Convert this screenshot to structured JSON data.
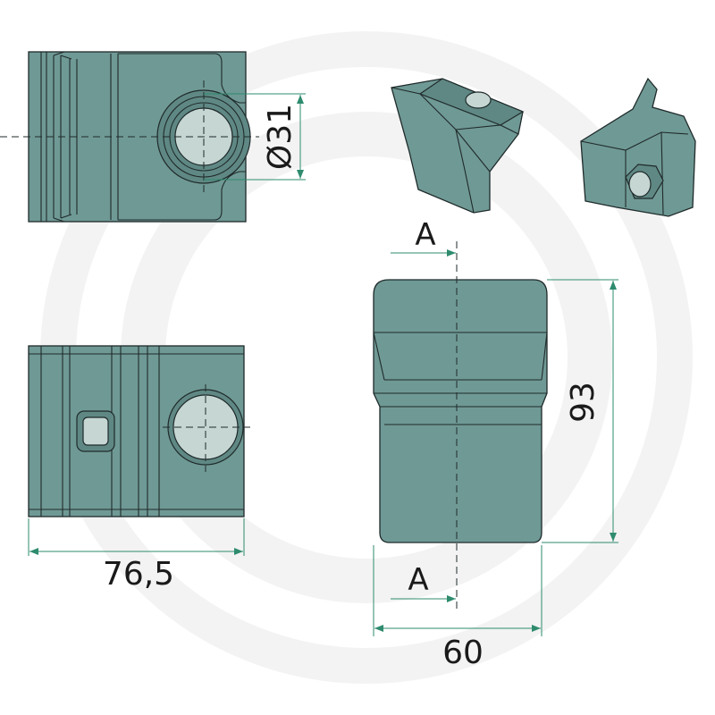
{
  "drawing": {
    "dimensions": {
      "bore_diameter": "Ø31",
      "width_side": "76,5",
      "width_front": "60",
      "height": "93"
    },
    "section_marks": {
      "top": "A",
      "bottom": "A"
    }
  },
  "colors": {
    "part_fill": "#6f9995",
    "dimension_line": "#2e8b6e",
    "watermark": "#f1f1f1"
  }
}
